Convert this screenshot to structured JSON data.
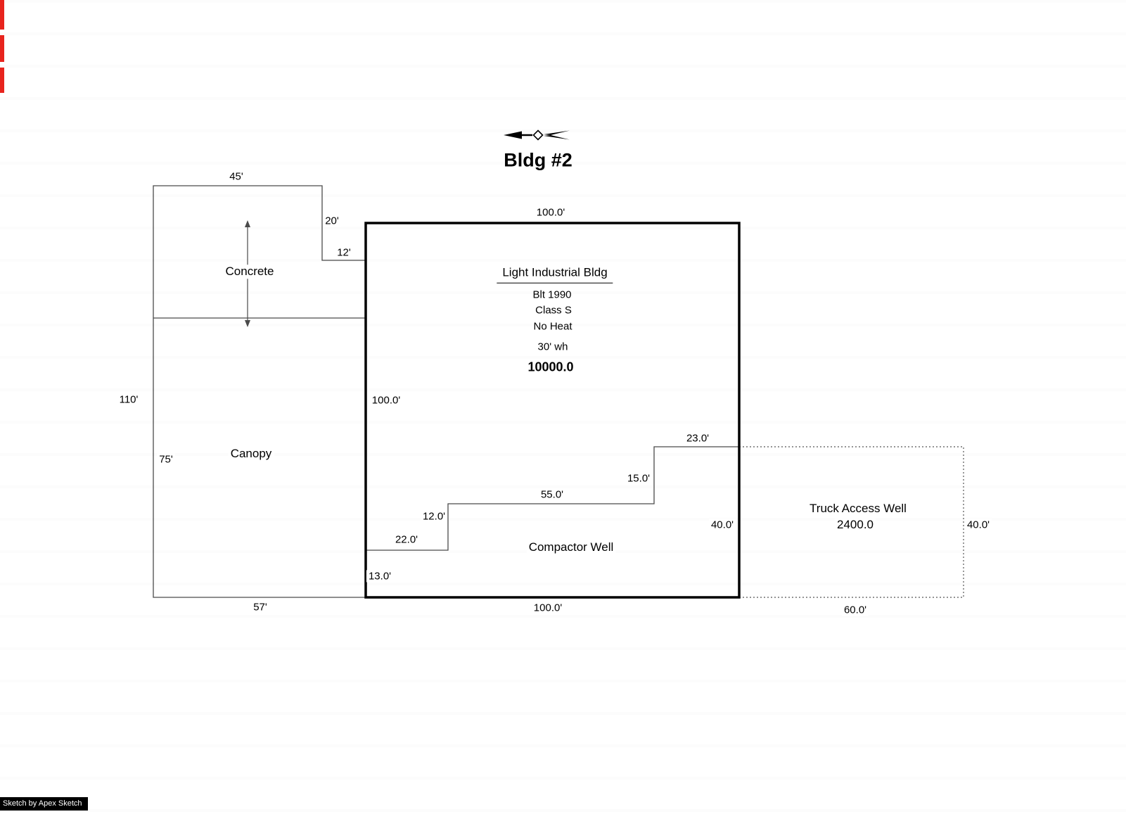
{
  "title": "Bldg #2",
  "footer": "Sketch by Apex Sketch",
  "building": {
    "label": "Light Industrial Bldg",
    "built": "Blt 1990",
    "class": "Class S",
    "heat": "No Heat",
    "wall_height": "30' wh",
    "area": "10000.0",
    "dim_top": "100.0'",
    "dim_left": "100.0'",
    "dim_bottom": "100.0'"
  },
  "concrete": {
    "label": "Concrete",
    "dim_top": "45'",
    "dim_20": "20'",
    "dim_12": "12'"
  },
  "canopy": {
    "label": "Canopy",
    "dim_110": "110'",
    "dim_75": "75'",
    "dim_57": "57'"
  },
  "compactor": {
    "label": "Compactor Well",
    "dim_22": "22.0'",
    "dim_12": "12.0'",
    "dim_55": "55.0'",
    "dim_15": "15.0'",
    "dim_23": "23.0'",
    "dim_40": "40.0'",
    "dim_13": "13.0'"
  },
  "truck_well": {
    "label": "Truck Access Well",
    "area": "2400.0",
    "dim_right": "40.0'",
    "dim_bottom": "60.0'"
  }
}
